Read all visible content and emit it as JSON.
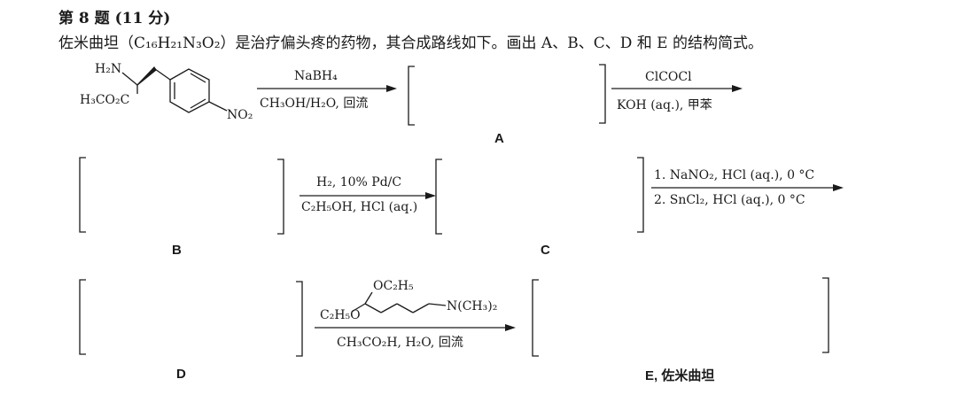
{
  "question": {
    "title": "第 8 题 (11 分)",
    "intro": "佐米曲坦（C₁₆H₂₁N₃O₂）是治疗偏头疼的药物，其合成路线如下。画出 A、B、C、D 和 E 的结构简式。"
  },
  "starting_material": {
    "amine": "H₂N",
    "ester": "H₃CO₂C",
    "nitro": "NO₂"
  },
  "steps": [
    {
      "above": "NaBH₄",
      "below": "CH₃OH/H₂O, 回流"
    },
    {
      "above": "ClCOCl",
      "below": "KOH (aq.), 甲苯"
    },
    {
      "above": "H₂, 10% Pd/C",
      "below": "C₂H₅OH, HCl (aq.)"
    },
    {
      "above": "1. NaNO₂, HCl (aq.), 0 °C",
      "below": "2. SnCl₂, HCl (aq.), 0 °C"
    },
    {
      "above_reagent": {
        "ethoxy_top": "OC₂H₅",
        "ethoxy_left": "C₂H₅O",
        "amine": "N(CH₃)₂"
      },
      "below": "CH₃CO₂H, H₂O, 回流"
    }
  ],
  "answer_boxes": {
    "A": "A",
    "B": "B",
    "C": "C",
    "D": "D",
    "E": "E, 佐米曲坦"
  }
}
